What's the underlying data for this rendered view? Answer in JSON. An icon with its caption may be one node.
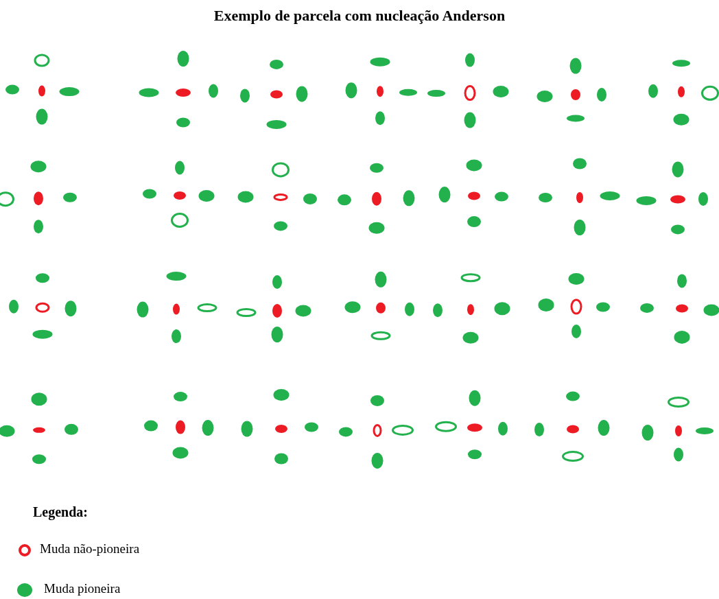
{
  "diagram": {
    "title": "Exemplo de parcela com nucleação Anderson",
    "labels": [
      "Legenda:"
    ],
    "legend": [
      {
        "text": "Muda não-pioneira",
        "color": "#ed1c24"
      },
      {
        "text": "Muda pioneira",
        "color": "#22b14c"
      }
    ]
  }
}
